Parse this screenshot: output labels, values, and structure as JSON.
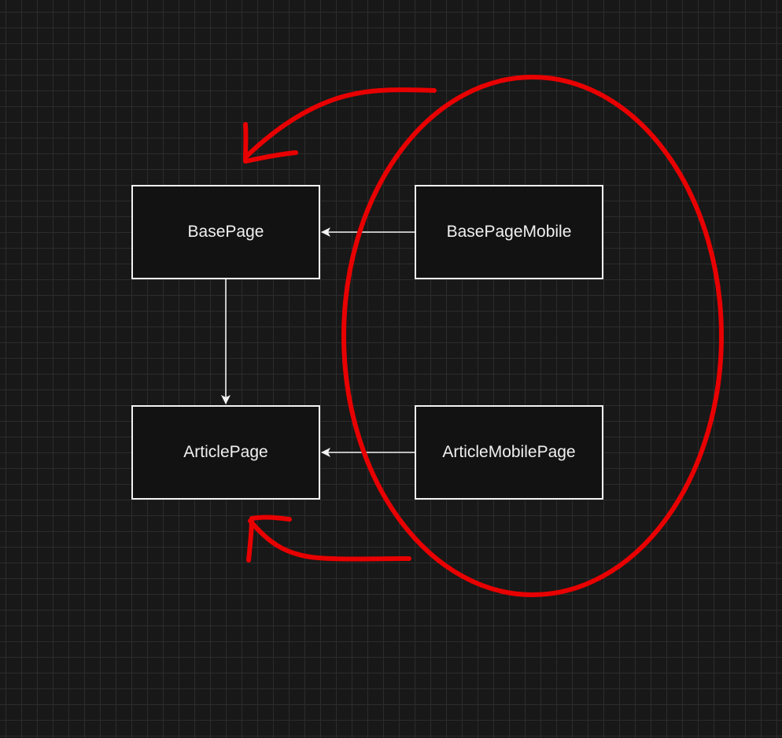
{
  "diagram": {
    "nodes": {
      "base_page": "BasePage",
      "article_page": "ArticlePage",
      "base_page_mobile": "BasePageMobile",
      "article_mobile_page": "ArticleMobilePage"
    },
    "edges": [
      {
        "from": "base_page_mobile",
        "to": "base_page"
      },
      {
        "from": "article_mobile_page",
        "to": "article_page"
      },
      {
        "from": "base_page",
        "to": "article_page"
      }
    ]
  },
  "colors": {
    "background": "#181818",
    "grid": "#2c2c2c",
    "node_border": "#f2f2f2",
    "node_fill": "#121212",
    "text": "#f0f0f0",
    "annotation": "#e80000"
  },
  "annotations": {
    "ellipse": "red-circle-around-mobile-pages",
    "arrows": [
      "red-arrow-to-basepage",
      "red-arrow-to-articlepage"
    ]
  }
}
